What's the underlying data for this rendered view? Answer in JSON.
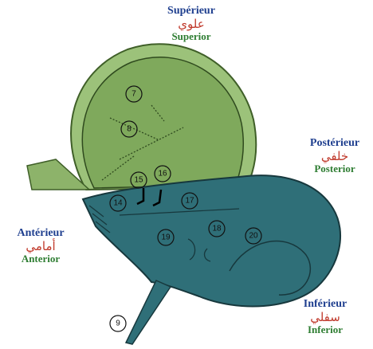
{
  "directions": {
    "superior": {
      "fr": "Supérieur",
      "ar": "علوي",
      "en": "Superior"
    },
    "posterior": {
      "fr": "Postérieur",
      "ar": "خلفي",
      "en": "Posterior"
    },
    "anterior": {
      "fr": "Antérieur",
      "ar": "أمامي",
      "en": "Anterior"
    },
    "inferior": {
      "fr": "Inférieur",
      "ar": "سفلي",
      "en": "Inferior"
    }
  },
  "markers": {
    "m7": "7",
    "m8": "8",
    "m9": "9",
    "m14": "14",
    "m15": "15",
    "m16": "16",
    "m17": "17",
    "m18": "18",
    "m19": "19",
    "m20": "20"
  },
  "colors": {
    "green_fill": "#8db36a",
    "green_edge": "#3f5f28",
    "teal_fill": "#2f6f78",
    "teal_edge": "#17383d"
  }
}
